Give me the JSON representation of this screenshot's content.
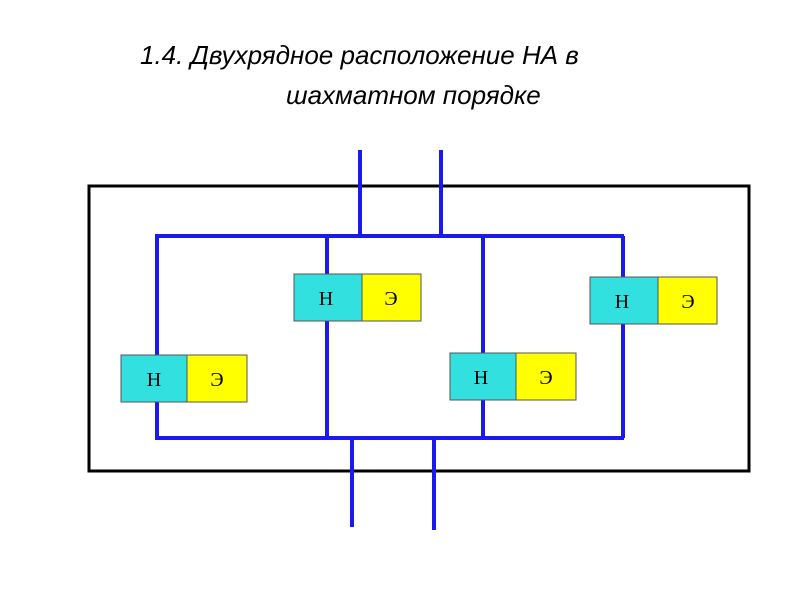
{
  "title": {
    "line1": "1.4. Двухрядное расположение НА в",
    "line2": "шахматном порядке"
  },
  "colors": {
    "pipe": "#1a1aee",
    "pump_part": "#33e0e0",
    "motor_part": "#ffff00",
    "frame": "#000000"
  },
  "units": [
    {
      "pump_label": "Н",
      "motor_label": "Э"
    },
    {
      "pump_label": "Н",
      "motor_label": "Э"
    },
    {
      "pump_label": "Н",
      "motor_label": "Э"
    },
    {
      "pump_label": "Н",
      "motor_label": "Э"
    }
  ]
}
